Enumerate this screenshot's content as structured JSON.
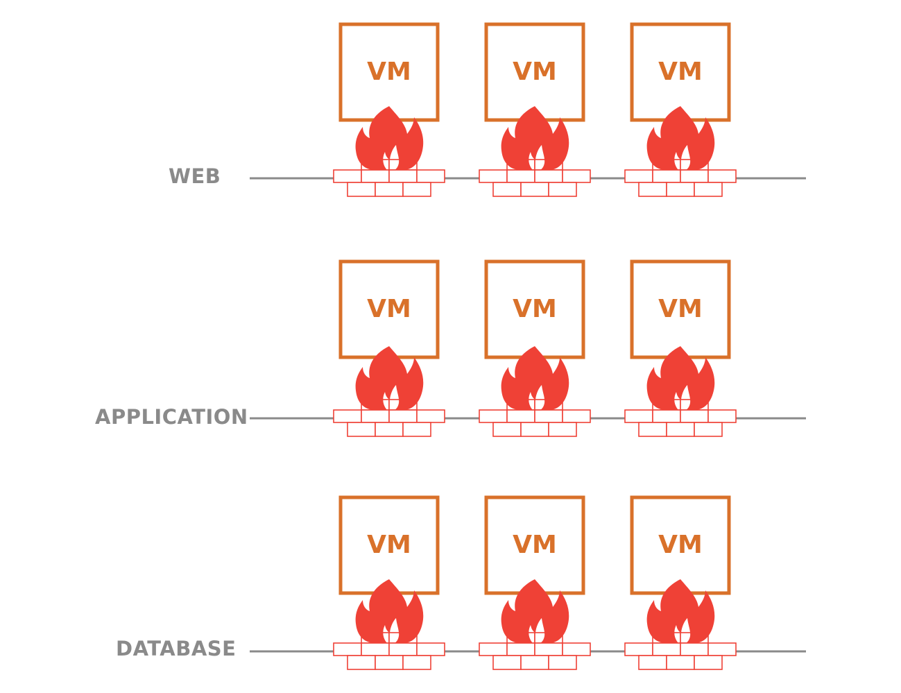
{
  "colors": {
    "vm_box": "#d9712a",
    "vm_text": "#d9712a",
    "firewall": "#ef4136",
    "network_line": "#8a8a8a",
    "tier_label": "#8a8a8a",
    "background": "#ffffff"
  },
  "icons": {
    "firewall": "firewall-icon"
  },
  "tiers": [
    {
      "label": "WEB",
      "vms": [
        {
          "label": "VM"
        },
        {
          "label": "VM"
        },
        {
          "label": "VM"
        }
      ]
    },
    {
      "label": "APPLICATION",
      "vms": [
        {
          "label": "VM"
        },
        {
          "label": "VM"
        },
        {
          "label": "VM"
        }
      ]
    },
    {
      "label": "DATABASE",
      "vms": [
        {
          "label": "VM"
        },
        {
          "label": "VM"
        },
        {
          "label": "VM"
        }
      ]
    }
  ]
}
